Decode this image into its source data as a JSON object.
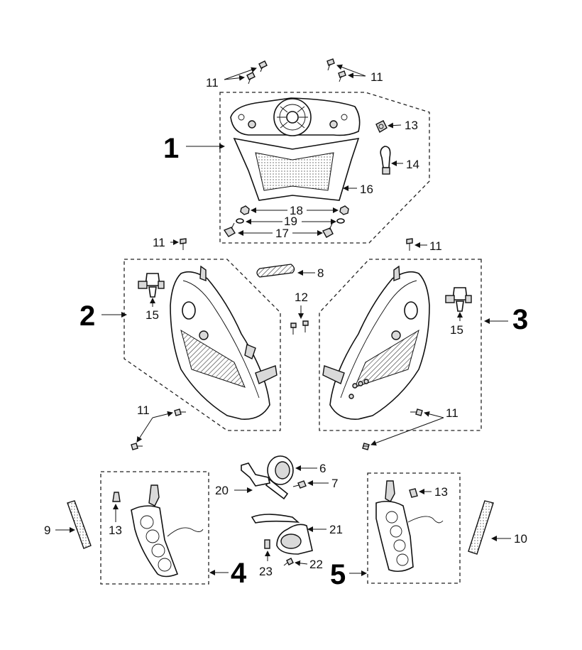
{
  "groups": [
    "1",
    "2",
    "3",
    "4",
    "5"
  ],
  "labels": {
    "l11a": "11",
    "l11b": "11",
    "l13a": "13",
    "l14": "14",
    "l16": "16",
    "l18": "18",
    "l19": "19",
    "l17": "17",
    "l11c": "11",
    "l11d": "11",
    "l8": "8",
    "l12": "12",
    "l15a": "15",
    "l15b": "15",
    "l11e": "11",
    "l11f": "11",
    "l6": "6",
    "l7": "7",
    "l20": "20",
    "l21": "21",
    "l22": "22",
    "l23": "23",
    "l13b": "13",
    "l13c": "13",
    "l9": "9",
    "l10": "10"
  }
}
